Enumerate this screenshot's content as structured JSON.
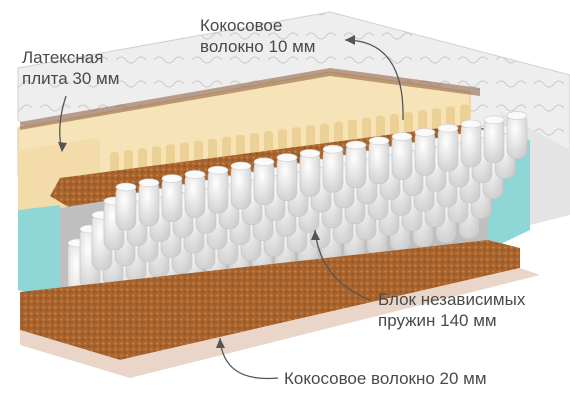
{
  "labels": {
    "latex_line1": "Латексная",
    "latex_line2": "плита 30 мм",
    "coco_top_line1": "Кокосовое",
    "coco_top_line2": "волокно 10 мм",
    "springs_line1": "Блок независимых",
    "springs_line2": "пружин 140 мм",
    "coco_bottom": "Кокосовое волокно  20 мм"
  },
  "colors": {
    "cover": "#eeeeee",
    "cover_shadow": "#d6d6d6",
    "latex": "#f6e4b8",
    "latex_dark": "#e6cc92",
    "coir": "#a9642d",
    "coir_light": "#c98a4d",
    "foam_edge": "#8fd6d6",
    "spring": "#f4f4f4",
    "base_brown": "#8a5a3c",
    "text": "#4a4a4a",
    "arrow": "#555555"
  }
}
